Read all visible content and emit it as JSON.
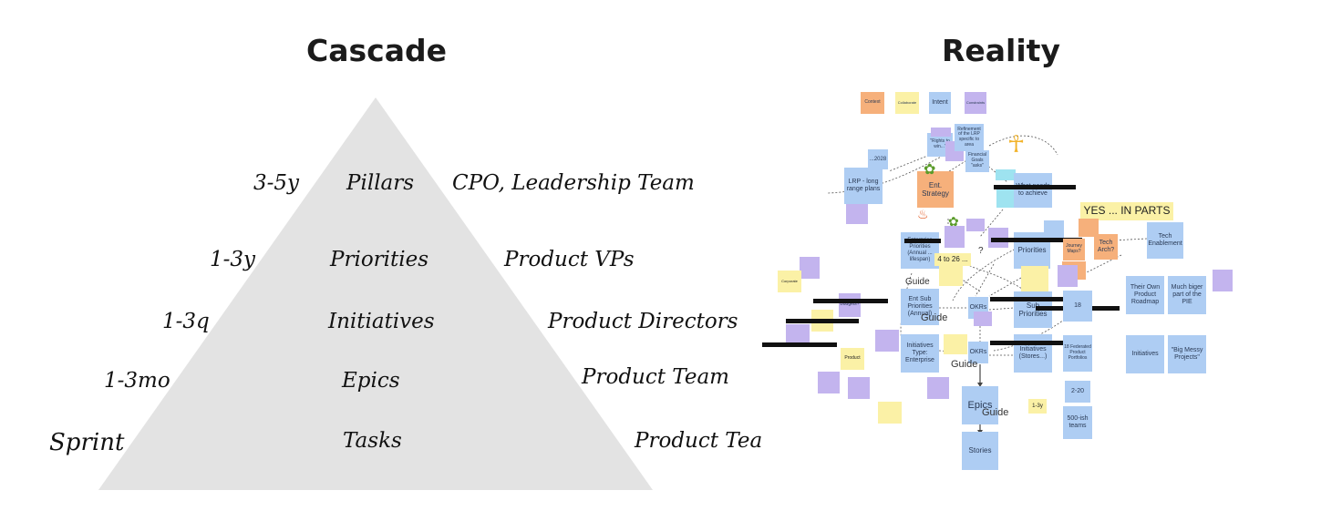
{
  "cascade": {
    "title": "Cascade",
    "levels": [
      {
        "horizon": "3-5y",
        "item": "Pillars",
        "owner": "CPO, Leadership Team"
      },
      {
        "horizon": "1-3y",
        "item": "Priorities",
        "owner": "Product VPs"
      },
      {
        "horizon": "1-3q",
        "item": "Initiatives",
        "owner": "Product Directors"
      },
      {
        "horizon": "1-3mo",
        "item": "Epics",
        "owner": "Product Team"
      },
      {
        "horizon": "Sprint",
        "item": "Tasks",
        "owner": "Product Tea"
      }
    ]
  },
  "reality": {
    "title": "Reality",
    "legend": [
      "Context",
      "Collaborate",
      "Intent",
      "Constraints"
    ],
    "notes": {
      "n2028": "...2028",
      "lrp": "LRP - long range plans",
      "ent_strategy": "Ent. Strategy",
      "rights": "\"Rights to win...\"",
      "refinement": "Refinement of the LRP specific to area",
      "financial": "Financial Goals \"asks\"",
      "what_needs": "What needs to achieve",
      "yes_parts": "YES ... IN PARTS",
      "enterprise_priorities": "Enterprise Priorities (Annual ... lifespan)",
      "priorities": "Priorities",
      "journey_maps": "Journey Maps?",
      "tech_arch": "Tech Arch?",
      "tech_enablement": "Tech Enablement",
      "four_to_26": "4 to 26 ...",
      "guide1": "Guide",
      "ent_sub": "Ent Sub Priorities (Annual)",
      "guide2": "Guide",
      "okrs1": "OKRs",
      "sub_priorities": "Sub Priorities",
      "n18a": "18",
      "their_own": "Their Own Product Roadmap",
      "much_bigger": "Much biger part of the PIE",
      "initiatives_type": "Initiatives Type: Enterprise",
      "okrs2": "OKRs",
      "guide3": "Guide",
      "initiatives_stores": "Initiatives (Stores...)",
      "n18b": "18 Federated Product Portfolios",
      "initiatives": "Initiatives",
      "big_messy": "\"Big Messy Projects\"",
      "epics": "Epics",
      "guide4": "Guide",
      "one_three_y": "1-3y",
      "two_20": "2-20",
      "teams": "500-ish teams",
      "stories": "Stories",
      "budgets": "Budgets?",
      "corporate": "Corporate",
      "product": "Product"
    }
  }
}
